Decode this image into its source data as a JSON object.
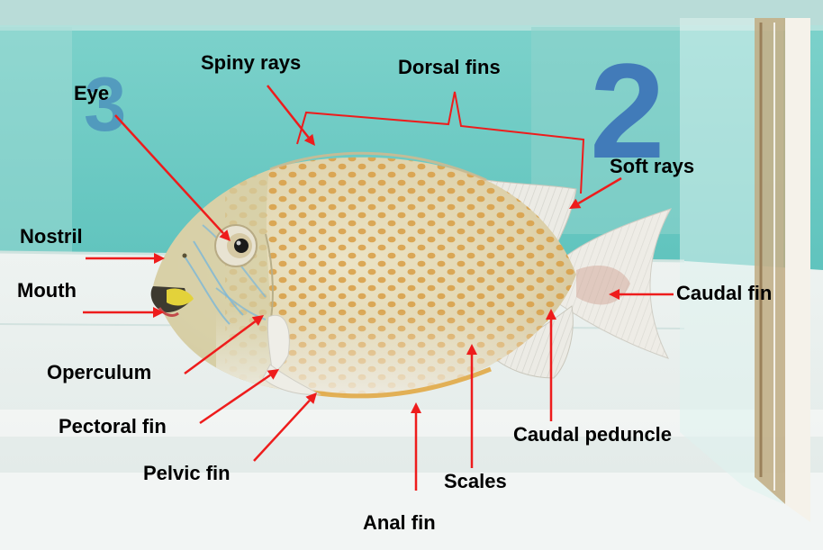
{
  "labels": {
    "spiny_rays": "Spiny rays",
    "dorsal_fins": "Dorsal fins",
    "eye": "Eye",
    "soft_rays": "Soft rays",
    "nostril": "Nostril",
    "mouth": "Mouth",
    "caudal_fin": "Caudal fin",
    "operculum": "Operculum",
    "pectoral_fin": "Pectoral fin",
    "caudal_peduncle": "Caudal peduncle",
    "pelvic_fin": "Pelvic fin",
    "scales": "Scales",
    "anal_fin": "Anal fin"
  },
  "tank_numbers": [
    "2",
    "3"
  ],
  "colors": {
    "arrow": "#ee1c1c",
    "label_text": "#000000",
    "tank_water": "#5fc3bd",
    "fish_body": "#e2d6b4",
    "fish_spots": "#d7a24b",
    "tank_number": "#2c5fb4"
  }
}
